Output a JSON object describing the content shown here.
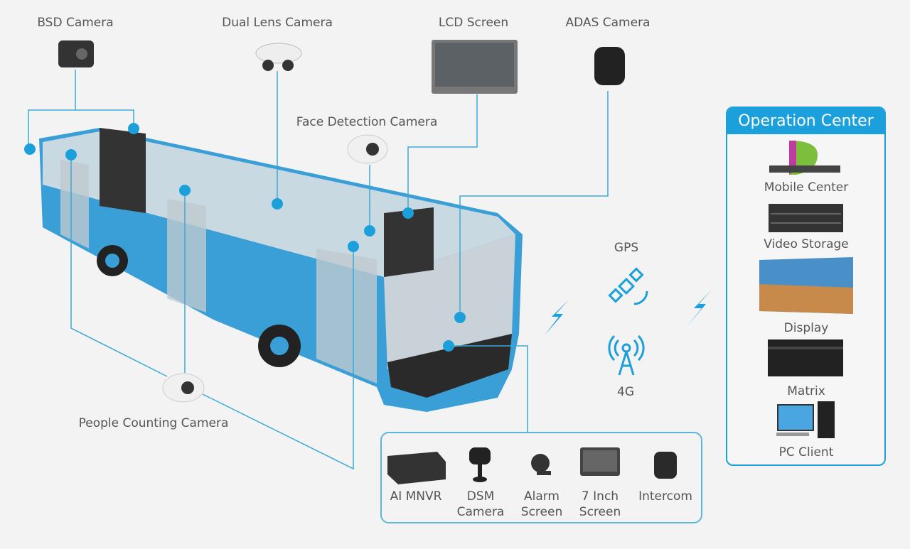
{
  "cameras": {
    "bsd": "BSD Camera",
    "dual_lens": "Dual Lens Camera",
    "lcd": "LCD Screen",
    "adas": "ADAS Camera",
    "face": "Face Detection Camera",
    "people": "People Counting Camera"
  },
  "comms": {
    "gps": "GPS",
    "g4": "4G"
  },
  "operation_center": {
    "title": "Operation Center",
    "items": [
      "Mobile Center",
      "Video Storage",
      "Display",
      "Matrix",
      "PC  Client"
    ]
  },
  "onboard": [
    {
      "l1": "AI MNVR",
      "l2": ""
    },
    {
      "l1": "DSM",
      "l2": "Camera"
    },
    {
      "l1": "Alarm",
      "l2": "Screen"
    },
    {
      "l1": "7 Inch",
      "l2": "Screen"
    },
    {
      "l1": "Intercom",
      "l2": ""
    }
  ],
  "colors": {
    "accent": "#1ba0dc",
    "bus": "#3a9fd6"
  }
}
